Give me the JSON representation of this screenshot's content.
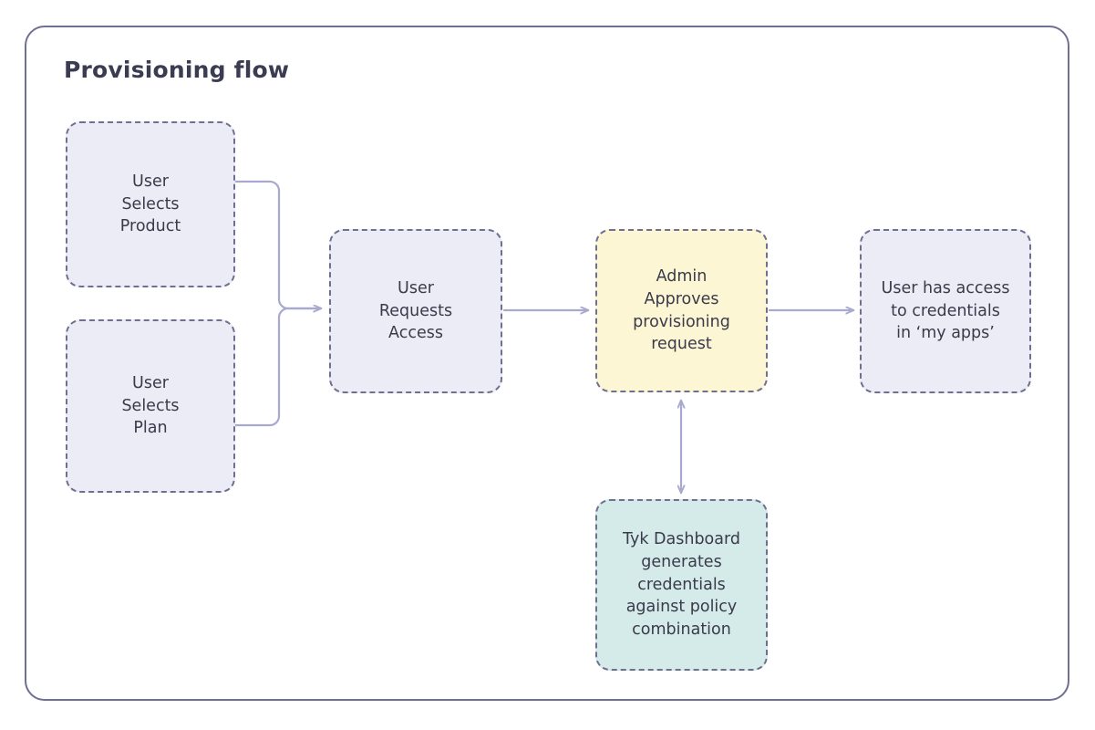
{
  "diagram": {
    "title": "Provisioning flow",
    "type": "flowchart",
    "colors": {
      "frame_border": "#6f6f92",
      "node_border": "#6f6f92",
      "node_text": "#3a3a4a",
      "title_text": "#3b3b52",
      "edge": "#a9a9cf",
      "fill_lavender": "#ececf6",
      "fill_yellow": "#fcf6d4",
      "fill_teal": "#d4ebe9",
      "background": "#ffffff"
    },
    "nodes": [
      {
        "id": "select-product",
        "label": "User\nSelects\nProduct",
        "fill": "lavender",
        "border": "dashed"
      },
      {
        "id": "select-plan",
        "label": "User\nSelects\nPlan",
        "fill": "lavender",
        "border": "dashed"
      },
      {
        "id": "request-access",
        "label": "User\nRequests\nAccess",
        "fill": "lavender",
        "border": "dashed"
      },
      {
        "id": "admin-approves",
        "label": "Admin\nApproves\nprovisioning\nrequest",
        "fill": "yellow",
        "border": "dashed"
      },
      {
        "id": "user-access",
        "label": "User has access\nto credentials\nin ‘my apps’",
        "fill": "lavender",
        "border": "dashed"
      },
      {
        "id": "tyk-dashboard",
        "label": "Tyk Dashboard\ngenerates\ncredentials\nagainst policy\ncombination",
        "fill": "teal",
        "border": "dashed"
      }
    ],
    "edges": [
      {
        "id": "product-to-request",
        "from": "select-product",
        "to": "request-access",
        "arrow": "single",
        "style": "elbow"
      },
      {
        "id": "plan-to-request",
        "from": "select-plan",
        "to": "request-access",
        "arrow": "single",
        "style": "elbow"
      },
      {
        "id": "request-to-admin",
        "from": "request-access",
        "to": "admin-approves",
        "arrow": "single",
        "style": "straight"
      },
      {
        "id": "admin-to-user-access",
        "from": "admin-approves",
        "to": "user-access",
        "arrow": "single",
        "style": "straight"
      },
      {
        "id": "admin-tyk-bidirectional",
        "from": "admin-approves",
        "to": "tyk-dashboard",
        "arrow": "double",
        "style": "straight"
      }
    ]
  }
}
